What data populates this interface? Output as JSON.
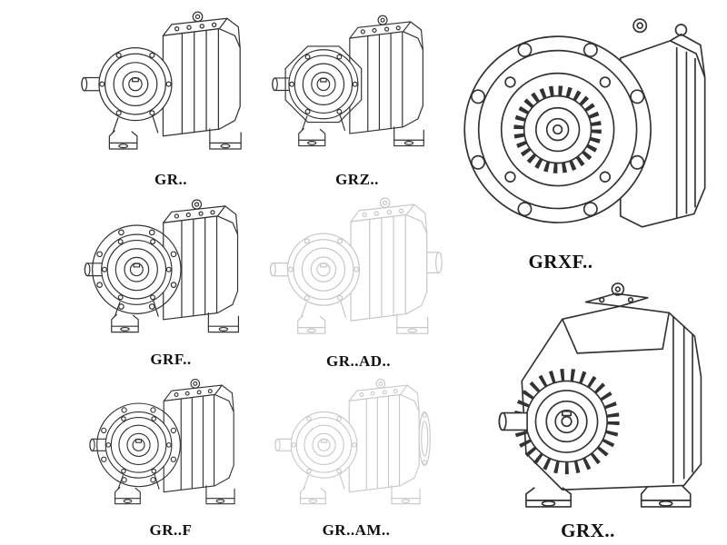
{
  "page": {
    "background": "#ffffff",
    "description": "Catalog sheet of helical gear reducer technical line drawings"
  },
  "colors": {
    "solid_line": "#323232",
    "phantom_line": "#c8c8c8",
    "label_text": "#101010",
    "background": "#ffffff"
  },
  "items": [
    {
      "id": "gr",
      "label": "GR..",
      "drawing": "helical-gear-unit-foot-mounted",
      "line_style": "solid"
    },
    {
      "id": "grz",
      "label": "GRZ..",
      "drawing": "helical-gear-unit-foot-mounted-variant",
      "line_style": "solid"
    },
    {
      "id": "grxf",
      "label": "GRXF..",
      "drawing": "helical-gear-unit-front-flange",
      "line_style": "solid"
    },
    {
      "id": "grf",
      "label": "GRF..",
      "drawing": "helical-gear-unit-flange-mounted",
      "line_style": "solid"
    },
    {
      "id": "gr_ad",
      "label": "GR..AD..",
      "drawing": "helical-gear-unit-input-adapter",
      "line_style": "phantom"
    },
    {
      "id": "gr_f",
      "label": "GR..F",
      "drawing": "helical-gear-unit-flange-mounted",
      "line_style": "solid"
    },
    {
      "id": "gr_am",
      "label": "GR..AM..",
      "drawing": "helical-gear-unit-motor-adapter-flange",
      "line_style": "phantom"
    },
    {
      "id": "grx",
      "label": "GRX..",
      "drawing": "helical-gear-unit-large-foot-mounted",
      "line_style": "solid"
    }
  ]
}
